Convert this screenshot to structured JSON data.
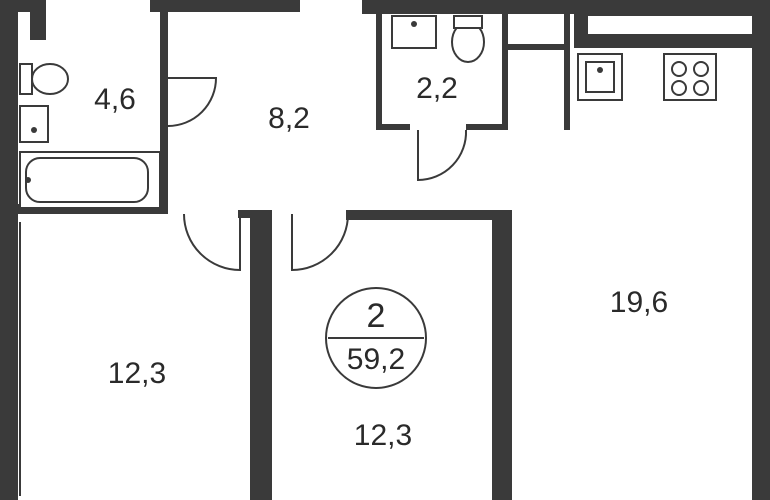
{
  "apartment": {
    "rooms_count": "2",
    "total_area": "59,2"
  },
  "rooms": {
    "bathroom": "4,6",
    "hallway": "8,2",
    "wc": "2,2",
    "kitchen_living": "19,6",
    "bedroom_left": "12,3",
    "bedroom_center": "12,3"
  },
  "colors": {
    "wall": "#3a3a3a",
    "background": "#ffffff"
  }
}
